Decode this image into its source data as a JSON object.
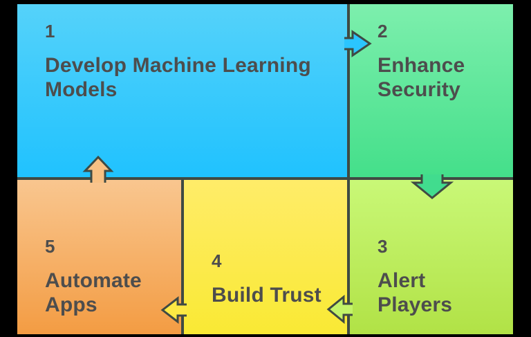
{
  "diagram": {
    "kind": "puzzle-process-cycle",
    "background_color": "#000000",
    "border_color": "#3f4a43",
    "text_color": "#4d4d4d"
  },
  "blocks": [
    {
      "number": "1",
      "title": "Develop Machine Learning Models",
      "gradient_top": "#55d2fa",
      "gradient_bottom": "#20c2fe"
    },
    {
      "number": "2",
      "title": "Enhance Security",
      "gradient_top": "#7defad",
      "gradient_bottom": "#44df8a"
    },
    {
      "number": "3",
      "title": "Alert Players",
      "gradient_top": "#c9f877",
      "gradient_bottom": "#b1e246"
    },
    {
      "number": "4",
      "title": "Build Trust",
      "gradient_top": "#ffec69",
      "gradient_bottom": "#f9e934"
    },
    {
      "number": "5",
      "title": "Automate Apps",
      "gradient_top": "#f9c68f",
      "gradient_bottom": "#f39c43"
    }
  ],
  "arrows": [
    {
      "from": "1",
      "to": "2",
      "direction": "right",
      "color": "#2bc5fe"
    },
    {
      "from": "2",
      "to": "3",
      "direction": "down",
      "color": "#41dc8e"
    },
    {
      "from": "3",
      "to": "4",
      "direction": "left",
      "color": "#c3f469"
    },
    {
      "from": "4",
      "to": "5",
      "direction": "left",
      "color": "#fde944"
    },
    {
      "from": "5",
      "to": "1",
      "direction": "up",
      "color": "#f8c184"
    }
  ]
}
